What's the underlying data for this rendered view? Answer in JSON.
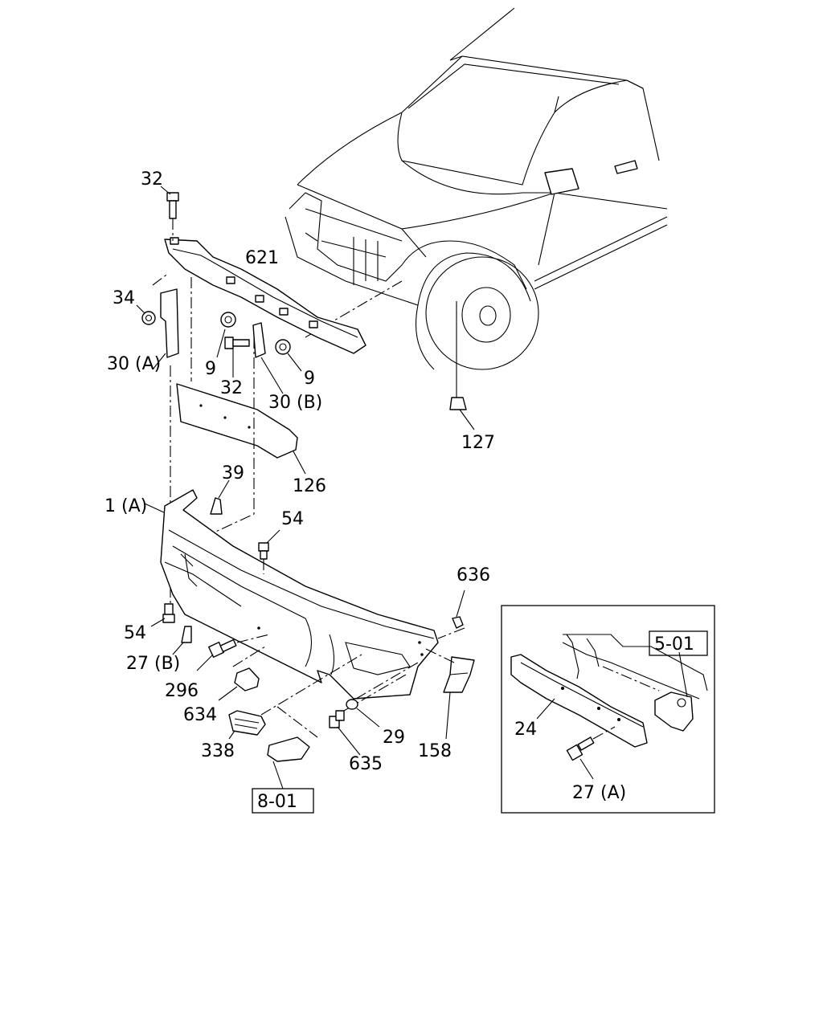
{
  "labels": {
    "l32_top": "32",
    "l621": "621",
    "l34": "34",
    "l30a": "30 (A)",
    "l9_left": "9",
    "l32_mid": "32",
    "l9_right": "9",
    "l30b": "30 (B)",
    "l127": "127",
    "l126": "126",
    "l39": "39",
    "l1a": "1 (A)",
    "l54_top": "54",
    "l636": "636",
    "l54_bot": "54",
    "l27b": "27 (B)",
    "l296": "296",
    "l634": "634",
    "l29": "29",
    "l158": "158",
    "l338": "338",
    "l635": "635",
    "l801": "8-01",
    "l24": "24",
    "l501": "5-01",
    "l27a": "27 (A)"
  }
}
